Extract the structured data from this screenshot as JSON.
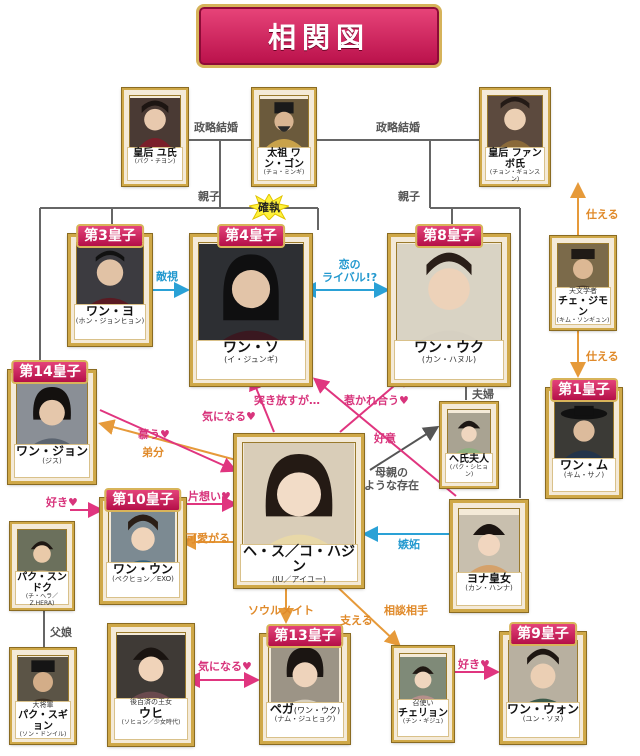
{
  "title": "相関図",
  "people": {
    "empress_yu": {
      "name": "皇后 ユ氏",
      "sub": "(パク・チヨン)"
    },
    "taejo": {
      "name": "太祖 ワン・ゴン",
      "sub": "(チョ・ミンギ)"
    },
    "empress_hwangbo": {
      "name": "皇后 ファンボ氏",
      "sub": "(チョン・ギョンスン)"
    },
    "wang_yo": {
      "badge": "第3皇子",
      "name": "ワン・ヨ",
      "sub": "(ホン・ジョンヒョン)"
    },
    "wang_so": {
      "badge": "第4皇子",
      "name": "ワン・ソ",
      "sub": "(イ・ジュンギ)"
    },
    "wang_wook": {
      "badge": "第8皇子",
      "name": "ワン・ウク",
      "sub": "(カン・ハヌル)"
    },
    "choi_jimong": {
      "rank": "天文学者",
      "name": "チェ・ジモン",
      "sub": "(キム・ソンギュン)"
    },
    "wang_mu": {
      "badge": "第1皇子",
      "name": "ワン・ム",
      "sub": "(キム・サノ)"
    },
    "wang_jung": {
      "badge": "第14皇子",
      "name": "ワン・ジョン",
      "sub": "(ジス)"
    },
    "lady_hae": {
      "name": "へ氏夫人",
      "sub": "(パク・シヒョン)"
    },
    "hae_su": {
      "name": "ヘ・ス／コ・ハジン",
      "sub": "(IU／アイユー)"
    },
    "wang_eun": {
      "badge": "第10皇子",
      "name": "ワン・ウン",
      "sub": "(ペクヒョン／EXO)"
    },
    "soon_deok": {
      "name": "パク・スンドク",
      "sub": "(チ・ヘラ／Z.HERA)"
    },
    "yeon_hwa": {
      "name": "ヨナ皇女",
      "sub": "(カン・ハンナ)"
    },
    "park_sugyeong": {
      "rank": "大将軍",
      "name": "パク・スギョン",
      "sub": "(ソン・ドンイル)"
    },
    "woo_hee": {
      "rank": "後百済の王女",
      "name": "ウヒ",
      "sub": "(ソヒョン／少女時代)"
    },
    "baek_ah": {
      "badge": "第13皇子",
      "name": "ペガ",
      "name_sub": "(ワン・ウク)",
      "sub": "(ナム・ジュヒョク)"
    },
    "chae_ryung": {
      "rank": "召使い",
      "name": "チェリョン",
      "sub": "(チン・ギジュ)"
    },
    "wang_won": {
      "badge": "第9皇子",
      "name": "ワン・ウォン",
      "sub": "(ユン・ソヌ)"
    }
  },
  "labels": {
    "marriage_left": "政略結婚",
    "marriage_right": "政略結婚",
    "parent_left": "親子",
    "parent_right": "親子",
    "kakushitsu": "確執",
    "teki": "敵視",
    "koi_rival": "恋の\nライバル!?",
    "tsukaeru1": "仕える",
    "tsukaeru2": "仕える",
    "tsukihanasu": "突き放すが…",
    "hikare_au": "惹かれ合う♥",
    "ki_ni_naru": "気になる♥",
    "fuufu": "夫婦",
    "shitau": "慕う♥",
    "deshi": "弟分",
    "koui": "好意",
    "hahaoya": "母親の\nような存在",
    "suki1": "好き♥",
    "kataomoi": "片想い♥",
    "kawaii": "可愛がる",
    "shitto": "嫉妬",
    "fujo": "父娘",
    "soulmate": "ソウルメイト",
    "sasaeru": "支える",
    "soudan": "相談相手",
    "ki_ni_naru2": "気になる♥",
    "suki2": "好き♥"
  },
  "colors": {
    "pink": "#e0357f",
    "blue": "#2aa1d6",
    "orange": "#e69a3a",
    "gray": "#555555",
    "gold": "#cfa848"
  }
}
